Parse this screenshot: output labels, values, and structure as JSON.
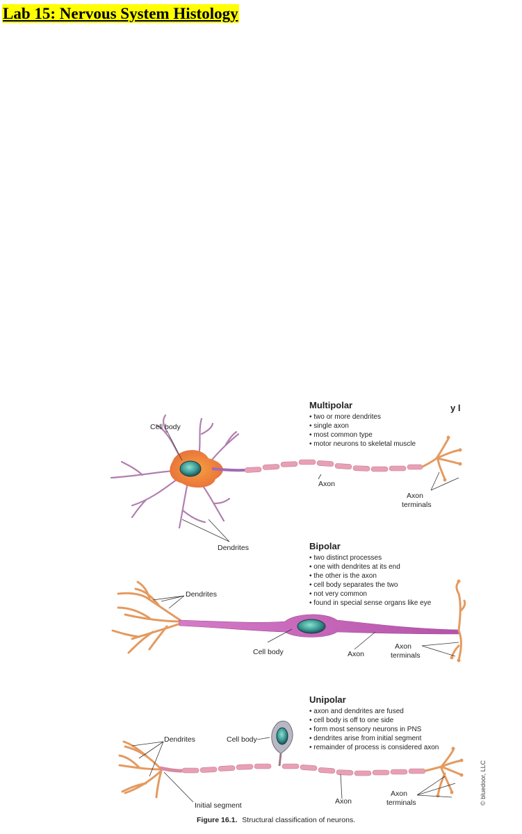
{
  "title": "Lab 15: Nervous System Histology",
  "figure": {
    "caption_label": "Figure 16.1.",
    "caption_text": "Structural classification of neurons.",
    "copyright": "© bluedoor, LLC",
    "corner_fragment": "y l",
    "multipolar": {
      "heading": "Multipolar",
      "bullets": [
        "• two or more dendrites",
        "• single axon",
        "• most common type",
        "• motor neurons to skeletal muscle"
      ],
      "labels": {
        "cell_body": "Cell body",
        "dendrites": "Dendrites",
        "axon": "Axon",
        "terminals_1": "Axon",
        "terminals_2": "terminals"
      }
    },
    "bipolar": {
      "heading": "Bipolar",
      "bullets": [
        "• two distinct processes",
        "• one with dendrites at its end",
        "• the other is the axon",
        "• cell body separates the two",
        "• not very common",
        "• found in special sense organs like eye"
      ],
      "labels": {
        "dendrites": "Dendrites",
        "cell_body": "Cell body",
        "axon": "Axon",
        "terminals_1": "Axon",
        "terminals_2": "terminals"
      }
    },
    "unipolar": {
      "heading": "Unipolar",
      "bullets": [
        "• axon and dendrites are fused",
        "• cell body is off to one side",
        "• form most sensory neurons in PNS",
        "• dendrites arise from initial segment",
        "• remainder of process is considered axon"
      ],
      "labels": {
        "dendrites": "Dendrites",
        "cell_body": "Cell body",
        "initial_segment": "Initial segment",
        "axon": "Axon",
        "terminals_1": "Axon",
        "terminals_2": "terminals"
      }
    }
  }
}
